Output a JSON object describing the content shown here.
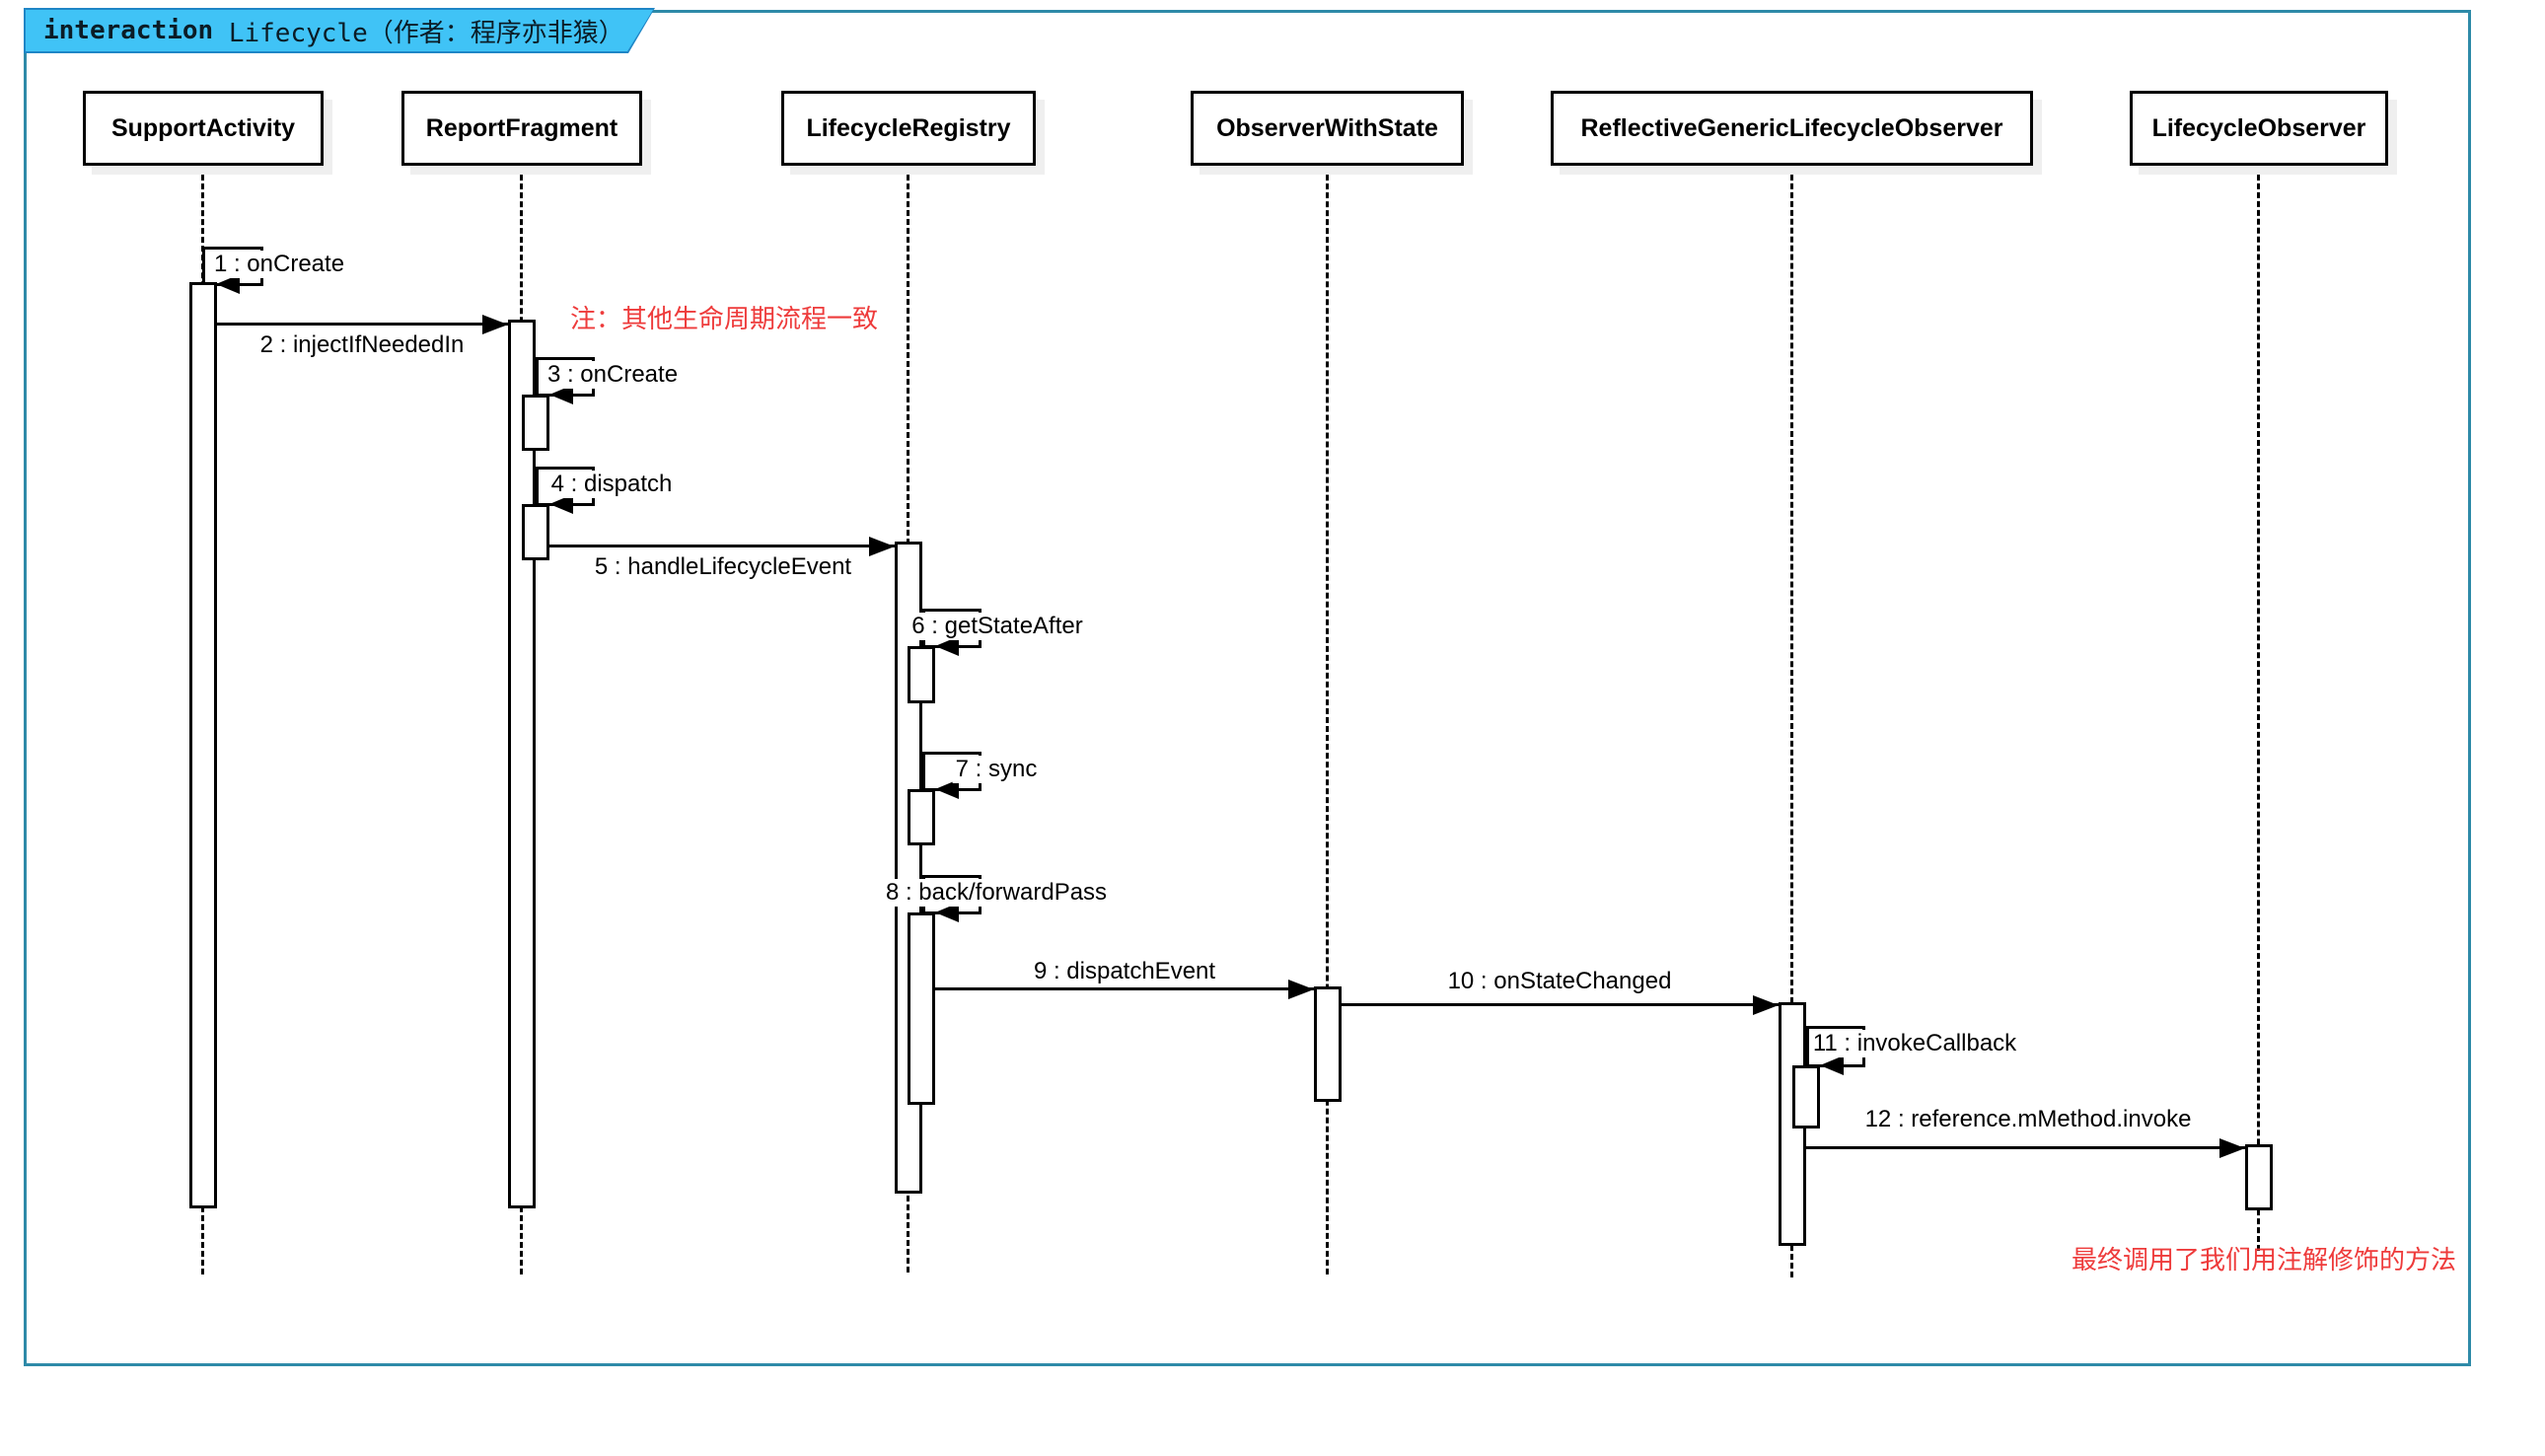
{
  "title": {
    "keyword": "interaction",
    "name": " Lifecycle（作者：程序亦非猿）"
  },
  "participants": [
    {
      "name": "SupportActivity"
    },
    {
      "name": "ReportFragment"
    },
    {
      "name": "LifecycleRegistry"
    },
    {
      "name": "ObserverWithState"
    },
    {
      "name": "ReflectiveGenericLifecycleObserver"
    },
    {
      "name": "LifecycleObserver"
    }
  ],
  "messages": [
    {
      "label": "1 : onCreate"
    },
    {
      "label": "2 : injectIfNeededIn"
    },
    {
      "label": "3 : onCreate"
    },
    {
      "label": "4 : dispatch"
    },
    {
      "label": "5 : handleLifecycleEvent"
    },
    {
      "label": "6 : getStateAfter"
    },
    {
      "label": "7 : sync"
    },
    {
      "label": "8 : back/forwardPass"
    },
    {
      "label": "9 : dispatchEvent"
    },
    {
      "label": "10 : onStateChanged"
    },
    {
      "label": "11 : invokeCallback"
    },
    {
      "label": "12 : reference.mMethod.invoke"
    }
  ],
  "notes": [
    {
      "text": "注：其他生命周期流程一致"
    },
    {
      "text": "最终调用了我们用注解修饰的方法"
    }
  ],
  "colors": {
    "frame_border": "#2e8aa8",
    "tab_fill": "#40c3f6",
    "tab_border": "#1f86c6",
    "note_red": "#ee3b3b",
    "line_black": "#000000"
  }
}
